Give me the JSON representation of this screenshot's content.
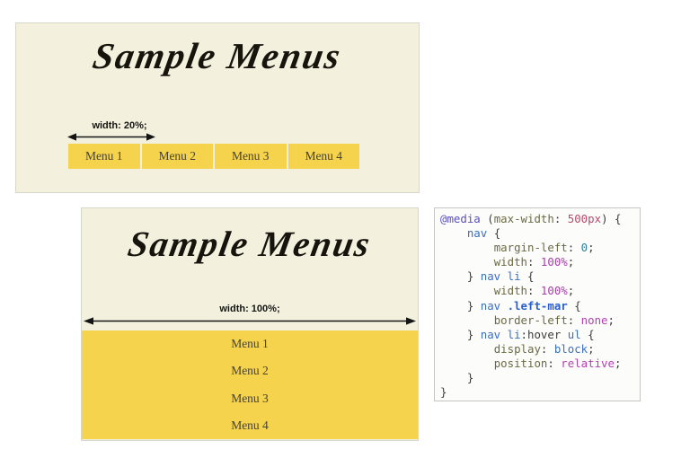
{
  "panel_small": {
    "title": "Sample Menus",
    "width_label": "width: 20%;",
    "menu_items": [
      "Menu 1",
      "Menu 2",
      "Menu 3",
      "Menu 4"
    ]
  },
  "panel_large": {
    "title": "Sample Menus",
    "width_label": "width: 100%;",
    "menu_items": [
      "Menu 1",
      "Menu 2",
      "Menu 3",
      "Menu 4"
    ]
  },
  "code_panel": {
    "language": "css",
    "lines": [
      [
        {
          "c": "at",
          "t": "@media"
        },
        {
          "c": "pl",
          "t": " ("
        },
        {
          "c": "pr",
          "t": "max-width"
        },
        {
          "c": "pl",
          "t": ": "
        },
        {
          "c": "num",
          "t": "500px"
        },
        {
          "c": "pl",
          "t": ") {"
        }
      ],
      [
        {
          "c": "pl",
          "t": "    "
        },
        {
          "c": "sel",
          "t": "nav"
        },
        {
          "c": "pl",
          "t": " {"
        }
      ],
      [
        {
          "c": "pl",
          "t": "        "
        },
        {
          "c": "pr",
          "t": "margin-left"
        },
        {
          "c": "pl",
          "t": ": "
        },
        {
          "c": "zero",
          "t": "0"
        },
        {
          "c": "pl",
          "t": ";"
        }
      ],
      [
        {
          "c": "pl",
          "t": "        "
        },
        {
          "c": "pr",
          "t": "width"
        },
        {
          "c": "pl",
          "t": ": "
        },
        {
          "c": "pct",
          "t": "100%"
        },
        {
          "c": "pl",
          "t": ";"
        }
      ],
      [
        {
          "c": "pl",
          "t": "    } "
        },
        {
          "c": "sel",
          "t": "nav"
        },
        {
          "c": "pl",
          "t": " "
        },
        {
          "c": "sel",
          "t": "li"
        },
        {
          "c": "pl",
          "t": " {"
        }
      ],
      [
        {
          "c": "pl",
          "t": "        "
        },
        {
          "c": "pr",
          "t": "width"
        },
        {
          "c": "pl",
          "t": ": "
        },
        {
          "c": "pct",
          "t": "100%"
        },
        {
          "c": "pl",
          "t": ";"
        }
      ],
      [
        {
          "c": "pl",
          "t": "    } "
        },
        {
          "c": "sel",
          "t": "nav"
        },
        {
          "c": "pl",
          "t": " "
        },
        {
          "c": "cls",
          "t": ".left-mar"
        },
        {
          "c": "pl",
          "t": " {"
        }
      ],
      [
        {
          "c": "pl",
          "t": "        "
        },
        {
          "c": "pr",
          "t": "border-left"
        },
        {
          "c": "pl",
          "t": ": "
        },
        {
          "c": "mag",
          "t": "none"
        },
        {
          "c": "pl",
          "t": ";"
        }
      ],
      [
        {
          "c": "pl",
          "t": "    } "
        },
        {
          "c": "sel",
          "t": "nav"
        },
        {
          "c": "pl",
          "t": " "
        },
        {
          "c": "sel",
          "t": "li"
        },
        {
          "c": "pl",
          "t": ":hover "
        },
        {
          "c": "sel",
          "t": "ul"
        },
        {
          "c": "pl",
          "t": " {"
        }
      ],
      [
        {
          "c": "pl",
          "t": "        "
        },
        {
          "c": "pr",
          "t": "display"
        },
        {
          "c": "pl",
          "t": ": "
        },
        {
          "c": "sel",
          "t": "block"
        },
        {
          "c": "pl",
          "t": ";"
        }
      ],
      [
        {
          "c": "pl",
          "t": "        "
        },
        {
          "c": "pr",
          "t": "position"
        },
        {
          "c": "pl",
          "t": ": "
        },
        {
          "c": "mag",
          "t": "relative"
        },
        {
          "c": "pl",
          "t": ";"
        }
      ],
      [
        {
          "c": "pl",
          "t": "    }"
        }
      ],
      [
        {
          "c": "pl",
          "t": "}"
        }
      ]
    ]
  },
  "colors": {
    "panel_background": "#f3f1de",
    "panel_border": "#d8d8ca",
    "menu_yellow": "#f6d34d",
    "menu_text": "#474231",
    "arrow_black": "#151515",
    "code_background": "#fcfcfb",
    "code_atrule": "#5a50b8",
    "code_selector": "#3a6fbf",
    "code_class_selector": "#2a5fd0",
    "code_property": "#6b6a45",
    "code_number": "#b84a6e",
    "code_percent": "#a83fa8",
    "code_zero": "#2f7f96",
    "code_magenta_value": "#b43fb4"
  }
}
